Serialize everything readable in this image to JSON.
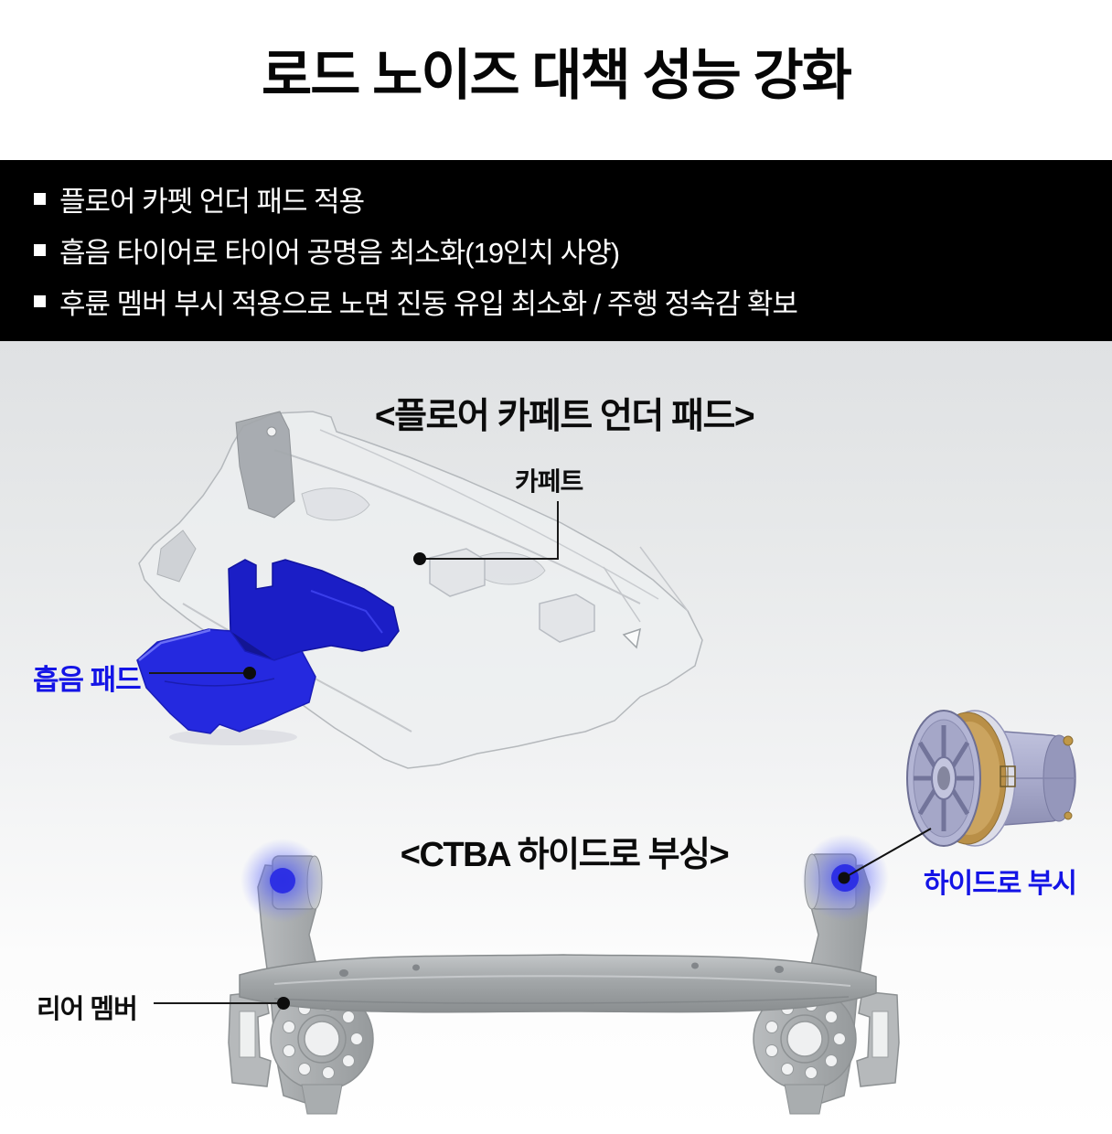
{
  "page": {
    "title": "로드 노이즈 대책 성능 강화"
  },
  "banner": {
    "bullets": [
      "플로어 카펫 언더 패드 적용",
      "흡음 타이어로 타이어 공명음 최소화(19인치 사양)",
      "후륜 멤버 부시 적용으로 노면 진동 유입 최소화 / 주행 정숙감 확보"
    ]
  },
  "carpet_section": {
    "heading": "<플로어 카페트 언더 패드>",
    "carpet_label": "카페트",
    "pad_label": "흡음 패드"
  },
  "ctba_section": {
    "heading": "<CTBA 하이드로 부싱>",
    "bushing_label": "하이드로 부시",
    "member_label": "리어 멤버"
  },
  "colors": {
    "banner_bg": "#000000",
    "banner_text": "#fdfdfd",
    "title_text": "#060606",
    "accent_blue_label": "#1414e6",
    "pad_blue": "#2529df",
    "pad_blue_dark": "#1b1ec6",
    "bushing_glow_blue": "#3c46f5",
    "metal_gray": "#a8acae",
    "bushing_body_lavender": "#adafd0",
    "bushing_ring_tan": "#c39a55",
    "content_gradient_top": "#dfe1e3",
    "content_gradient_bottom": "#ffffff"
  }
}
